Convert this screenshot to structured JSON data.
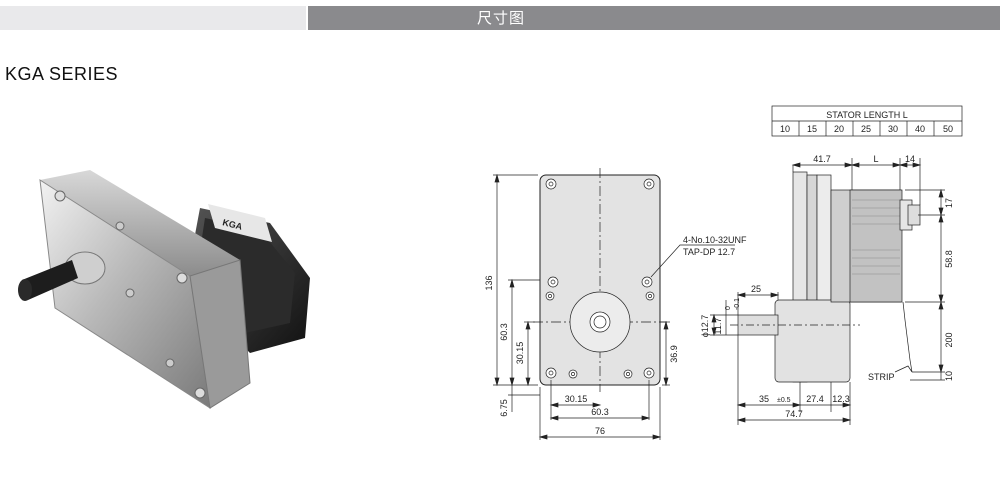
{
  "header": {
    "title": "尺寸图"
  },
  "product": {
    "series_title": "KGA  SERIES",
    "motor_label": "KGA"
  },
  "stator_table": {
    "title": "STATOR LENGTH  L",
    "values": [
      "10",
      "15",
      "20",
      "25",
      "30",
      "40",
      "50"
    ]
  },
  "front_view": {
    "dim_136": "136",
    "dim_60_3_left": "60.3",
    "dim_30_15_left": "30.15",
    "dim_6_75": "6.75",
    "dim_36_9": "36.9",
    "dim_30_15_bottom": "30.15",
    "dim_60_3_bottom": "60.3",
    "dim_76": "76",
    "screw_note_1": "4-No.10-32UNF",
    "screw_note_2": "TAP-DP 12.7"
  },
  "side_view": {
    "dim_41_7": "41.7",
    "dim_L": "L",
    "dim_14": "14",
    "dim_17": "17",
    "dim_58_8": "58.8",
    "dim_25": "25",
    "dim_12_7": "ϕ12.7",
    "dim_11_7": "11.7",
    "dim_0_tol_top": "0",
    "dim_0_tol_bottom": "-0.1",
    "dim_200": "200",
    "dim_10": "10",
    "strip_label": "STRIP",
    "dim_35": "35",
    "dim_35_tol": "±0.5",
    "dim_27_4": "27.4",
    "dim_12_3": "12.3",
    "dim_74_7": "74.7"
  }
}
